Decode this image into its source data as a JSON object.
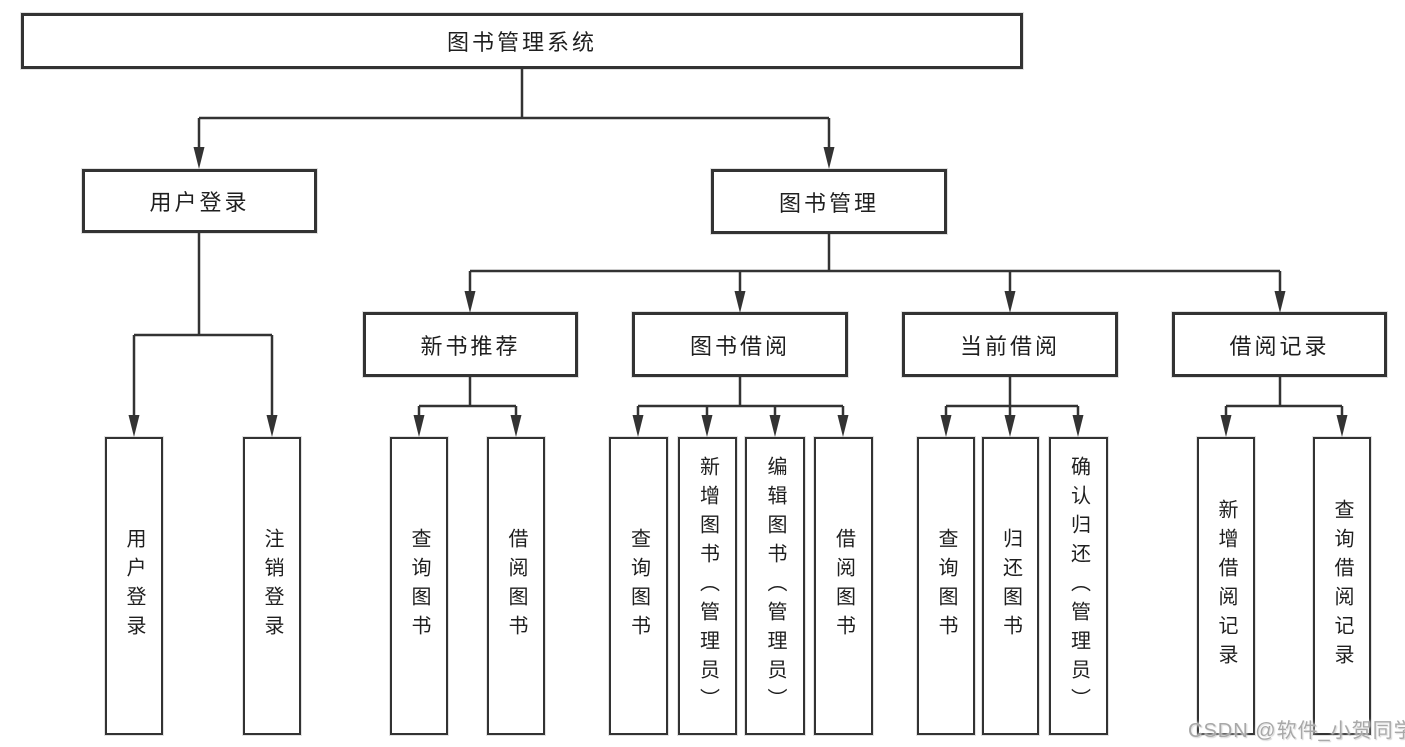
{
  "tree": {
    "root": {
      "label": "图书管理系统",
      "children": [
        {
          "label": "用户登录",
          "children": [
            {
              "label": "用户登录"
            },
            {
              "label": "注销登录"
            }
          ]
        },
        {
          "label": "图书管理",
          "children": [
            {
              "label": "新书推荐",
              "children": [
                {
                  "label": "查询图书"
                },
                {
                  "label": "借阅图书"
                }
              ]
            },
            {
              "label": "图书借阅",
              "children": [
                {
                  "label": "查询图书"
                },
                {
                  "label": "新增图书（管理员）"
                },
                {
                  "label": "编辑图书（管理员）"
                },
                {
                  "label": "借阅图书"
                }
              ]
            },
            {
              "label": "当前借阅",
              "children": [
                {
                  "label": "查询图书"
                },
                {
                  "label": "归还图书"
                },
                {
                  "label": "确认归还（管理员）"
                }
              ]
            },
            {
              "label": "借阅记录",
              "children": [
                {
                  "label": "新增借阅记录"
                },
                {
                  "label": "查询借阅记录"
                }
              ]
            }
          ]
        }
      ]
    }
  },
  "watermark": {
    "text": "CSDN @软件_小贺同学"
  },
  "colors": {
    "line": "#333333",
    "box_border": "#333333",
    "text": "#1f1f1f",
    "watermark": "#a8a8a8",
    "background": "#ffffff"
  }
}
